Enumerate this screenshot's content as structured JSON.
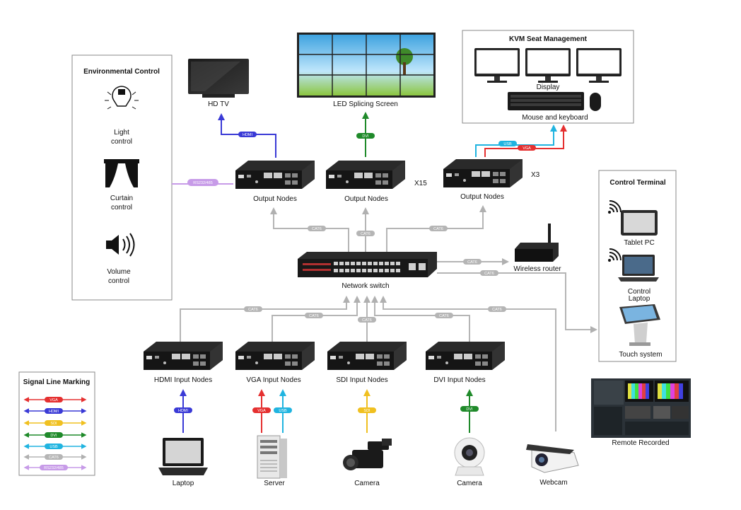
{
  "env": {
    "title": "Environmental Control",
    "light": [
      "Light",
      "control"
    ],
    "curtain": [
      "Curtain",
      "control"
    ],
    "volume": [
      "Volume",
      "control"
    ]
  },
  "top": {
    "hdtv": "HD TV",
    "led": "LED Splicing Screen"
  },
  "kvm": {
    "title": "KVM Seat Management",
    "display": "Display",
    "mouse_keyboard": "Mouse and keyboard"
  },
  "outputs": {
    "label": "Output Nodes",
    "x15": "X15",
    "x3": "X3"
  },
  "switch": {
    "label": "Network switch"
  },
  "router": {
    "label": "Wireless router"
  },
  "terminal": {
    "title": "Control Terminal",
    "tablet": "Tablet PC",
    "laptop": [
      "Control",
      "Laptop"
    ],
    "touch": "Touch system"
  },
  "inputs": [
    "HDMI Input Nodes",
    "VGA Input Nodes",
    "SDI Input Nodes",
    "DVI Input Nodes"
  ],
  "sources": {
    "laptop": "Laptop",
    "server": "Server",
    "camera1": "Camera",
    "camera2": "Camera",
    "webcam": "Webcam"
  },
  "remote": {
    "label": "Remote Recorded"
  },
  "legend": {
    "title": "Signal Line Marking",
    "items": [
      "VGA",
      "HDMI",
      "SDI",
      "DVI",
      "USB",
      "CAT6",
      "RS232/485"
    ]
  },
  "pills": {
    "hdmi": "HDMI",
    "dvi": "DVI",
    "usb": "USB",
    "vga": "VGA",
    "rs": "RS232/485",
    "cat6": "CAT6",
    "sdi": "SDI"
  },
  "colors": {
    "VGA": "#e53030",
    "HDMI": "#3a3ad6",
    "SDI": "#f0c020",
    "DVI": "#1f8a2a",
    "USB": "#20b4e0",
    "CAT6": "#b5b5b5",
    "RS232/485": "#c79be8"
  }
}
